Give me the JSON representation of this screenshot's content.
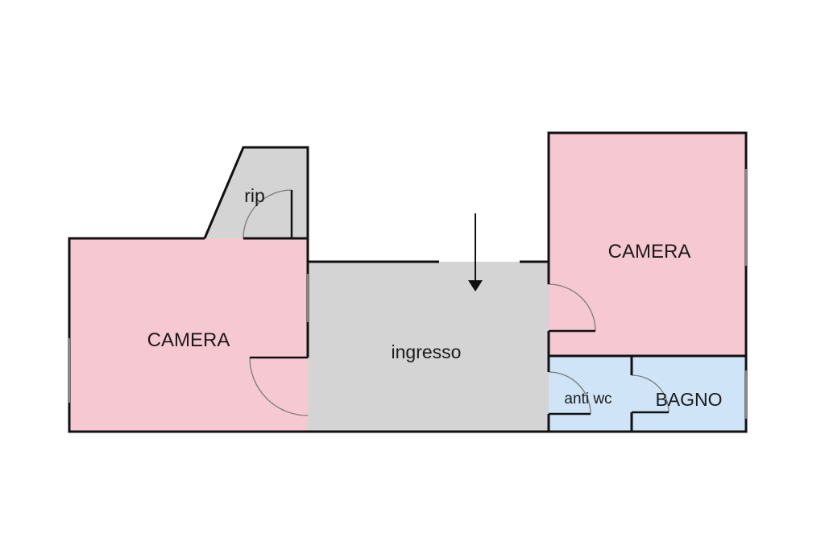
{
  "floorplan": {
    "colors": {
      "bedroom": "#f6c9d2",
      "common": "#d4d4d4",
      "bathroom": "#cfe4f7",
      "walls": "#111111"
    },
    "rooms": {
      "camera_left": "CAMERA",
      "camera_right": "CAMERA",
      "ripostiglio": "rip",
      "ingresso": "ingresso",
      "anti_wc": "anti wc",
      "bagno": "BAGNO"
    }
  }
}
